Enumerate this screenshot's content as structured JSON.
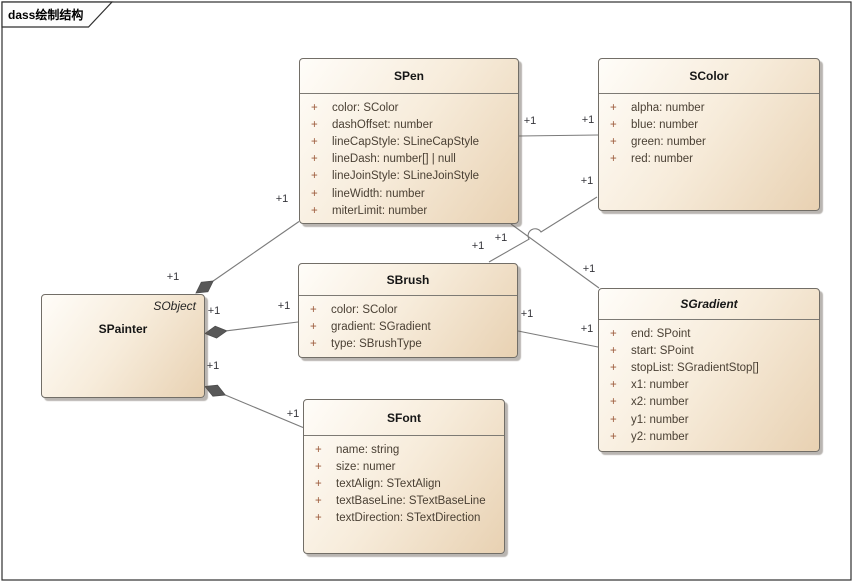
{
  "frame": {
    "label": "dass绘制结构"
  },
  "colors": {
    "box_fill_light": "#fffdf9",
    "box_fill_tan": "#e8d1b2",
    "box_border": "#726e67",
    "attribute_text": "#4a4034",
    "visibility_symbol": "#9c5b3c",
    "connector_line": "#7b7b7b",
    "composition_diamond": "#585858",
    "frame_border": "#2f2f2f"
  },
  "classes": [
    {
      "name": "SPainter",
      "base": "SObject",
      "abstract": false,
      "attributes": []
    },
    {
      "name": "SPen",
      "abstract": false,
      "attributes": [
        {
          "vis": "+",
          "text": "color: SColor"
        },
        {
          "vis": "+",
          "text": "dashOffset: number"
        },
        {
          "vis": "+",
          "text": "lineCapStyle: SLineCapStyle"
        },
        {
          "vis": "+",
          "text": "lineDash: number[] | null"
        },
        {
          "vis": "+",
          "text": "lineJoinStyle: SLineJoinStyle"
        },
        {
          "vis": "+",
          "text": "lineWidth: number"
        },
        {
          "vis": "+",
          "text": "miterLimit: number"
        }
      ]
    },
    {
      "name": "SColor",
      "abstract": false,
      "attributes": [
        {
          "vis": "+",
          "text": "alpha: number"
        },
        {
          "vis": "+",
          "text": "blue: number"
        },
        {
          "vis": "+",
          "text": "green: number"
        },
        {
          "vis": "+",
          "text": "red: number"
        }
      ]
    },
    {
      "name": "SBrush",
      "abstract": false,
      "attributes": [
        {
          "vis": "+",
          "text": "color: SColor"
        },
        {
          "vis": "+",
          "text": "gradient: SGradient"
        },
        {
          "vis": "+",
          "text": "type: SBrushType"
        }
      ]
    },
    {
      "name": "SGradient",
      "abstract": true,
      "attributes": [
        {
          "vis": "+",
          "text": "end: SPoint"
        },
        {
          "vis": "+",
          "text": "start: SPoint"
        },
        {
          "vis": "+",
          "text": "stopList: SGradientStop[]"
        },
        {
          "vis": "+",
          "text": "x1: number"
        },
        {
          "vis": "+",
          "text": "x2: number"
        },
        {
          "vis": "+",
          "text": "y1: number"
        },
        {
          "vis": "+",
          "text": "y2: number"
        }
      ]
    },
    {
      "name": "SFont",
      "abstract": false,
      "attributes": [
        {
          "vis": "+",
          "text": "name: string"
        },
        {
          "vis": "+",
          "text": "size: numer"
        },
        {
          "vis": "+",
          "text": "textAlign: STextAlign"
        },
        {
          "vis": "+",
          "text": "textBaseLine: STextBaseLine"
        },
        {
          "vis": "+",
          "text": "textDirection: STextDirection"
        }
      ]
    }
  ],
  "connectors": [
    {
      "from": "SPainter",
      "to": "SPen",
      "kind": "composition",
      "source_label": "+1",
      "target_label": "+1"
    },
    {
      "from": "SPainter",
      "to": "SBrush",
      "kind": "composition",
      "source_label": "+1",
      "target_label": "+1"
    },
    {
      "from": "SPainter",
      "to": "SFont",
      "kind": "composition",
      "source_label": "+1",
      "target_label": "+1"
    },
    {
      "from": "SPen",
      "to": "SColor",
      "kind": "association",
      "source_label": "+1",
      "target_label": "+1"
    },
    {
      "from": "SPen",
      "to": "SGradient",
      "kind": "association",
      "source_label": "+1",
      "target_label": "+1"
    },
    {
      "from": "SBrush",
      "to": "SColor",
      "kind": "association",
      "source_label": "+1",
      "target_label": "+1"
    },
    {
      "from": "SBrush",
      "to": "SGradient",
      "kind": "association",
      "source_label": "+1",
      "target_label": "+1"
    }
  ]
}
